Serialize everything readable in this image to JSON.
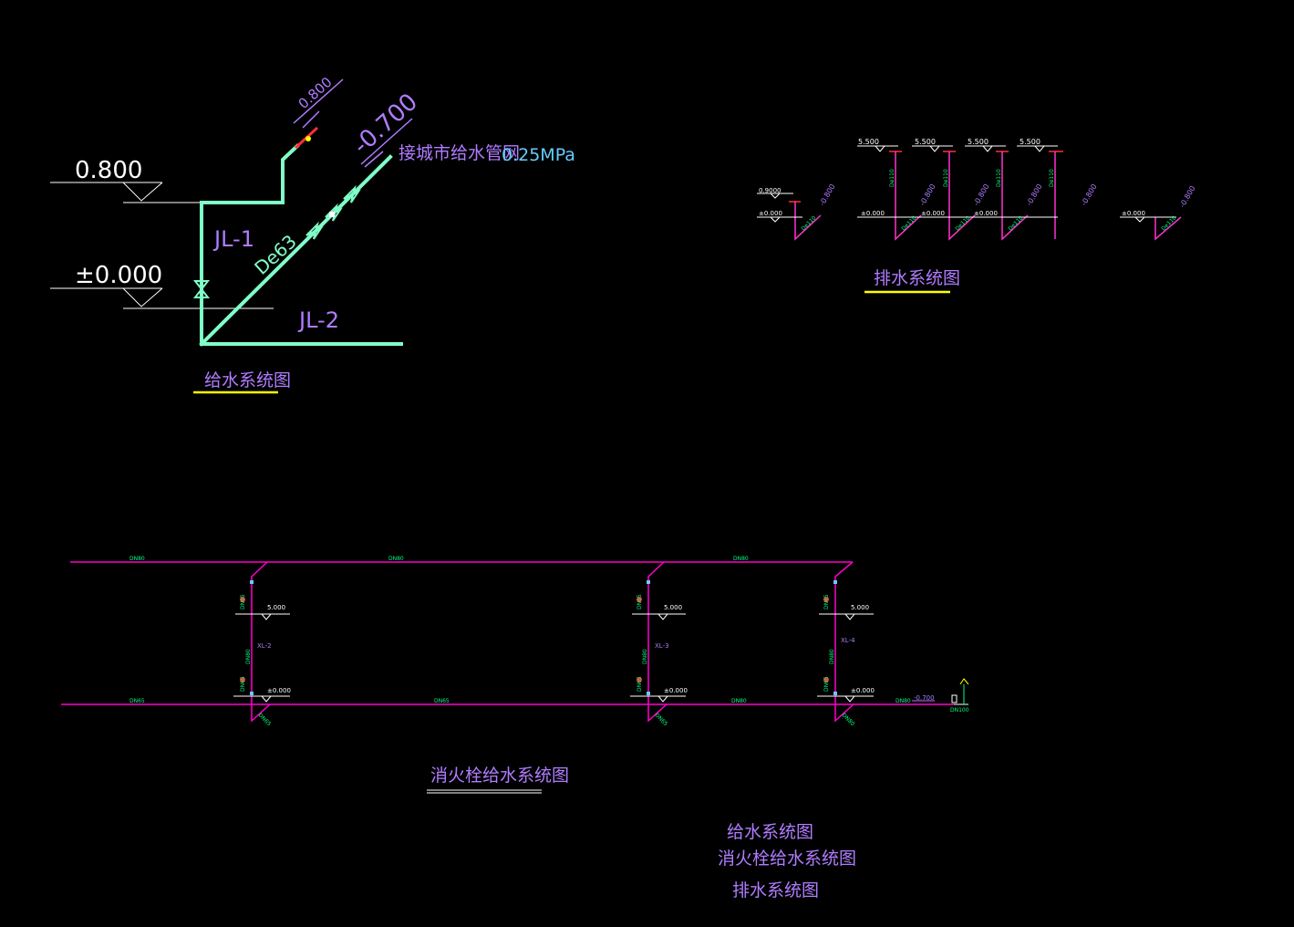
{
  "colors": {
    "background": "#000000",
    "supply_pipe": "#80ffc8",
    "fire_pipe": "#ff00cc",
    "drain_pipe": "#ff33cc",
    "label_purple": "#b07cff",
    "label_cyan": "#66ccff",
    "level_white": "#ffffff",
    "underline_yellow": "#ffff00",
    "small_green": "#00ff7f"
  },
  "supply_system": {
    "level_high": "0.800",
    "level_zero": "±0.000",
    "riser_1": "JL-1",
    "riser_2": "JL-2",
    "pipe_size": "De63",
    "tag_top": "0.800",
    "tag_inlet": "-0.700",
    "inlet_note": "接城市给水管网",
    "pressure": "0.25MPa",
    "title": "给水系统图"
  },
  "drain_system": {
    "title": "排水系统图",
    "levels": [
      "5.500",
      "5.500",
      "5.500",
      "5.500"
    ],
    "left_levels": [
      "0.9000",
      "±0.000"
    ],
    "zero_levels": [
      "±0.000",
      "±0.000",
      "±0.000",
      "±0.000"
    ],
    "outlet_tags": [
      "-0.800",
      "-0.800",
      "-0.800",
      "-0.800",
      "-0.800",
      "-0.800"
    ],
    "pipe_tags": [
      "De110",
      "De110",
      "De110",
      "De110",
      "De110"
    ],
    "riser_tags": [
      "De110",
      "De110",
      "De110",
      "De110"
    ]
  },
  "fire_system": {
    "title": "消火栓给水系统图",
    "top_pipe_labels": [
      "DN80",
      "DN80",
      "DN80"
    ],
    "bottom_pipe_labels": [
      "DN65",
      "DN65",
      "DN80",
      "DN80"
    ],
    "risers": [
      {
        "name": "XL-2",
        "upper_level": "5.000",
        "lower_level": "±0.000",
        "size": "DN80",
        "branch_upper": "DN65",
        "branch_lower": "DN65",
        "foot": "DN65"
      },
      {
        "name": "XL-3",
        "upper_level": "5.000",
        "lower_level": "±0.000",
        "size": "DN80",
        "branch_upper": "DN65",
        "branch_lower": "DN65",
        "foot": "DN65"
      },
      {
        "name": "XL-4",
        "upper_level": "5.000",
        "lower_level": "±0.000",
        "size": "DN80",
        "branch_upper": "DN65",
        "branch_lower": "DN65",
        "foot": "DN80"
      }
    ],
    "outlet_level": "-0.700",
    "outlet_size": "DN100"
  },
  "index_notes": [
    "给水系统图",
    "消火栓给水系统图",
    "排水系统图"
  ]
}
